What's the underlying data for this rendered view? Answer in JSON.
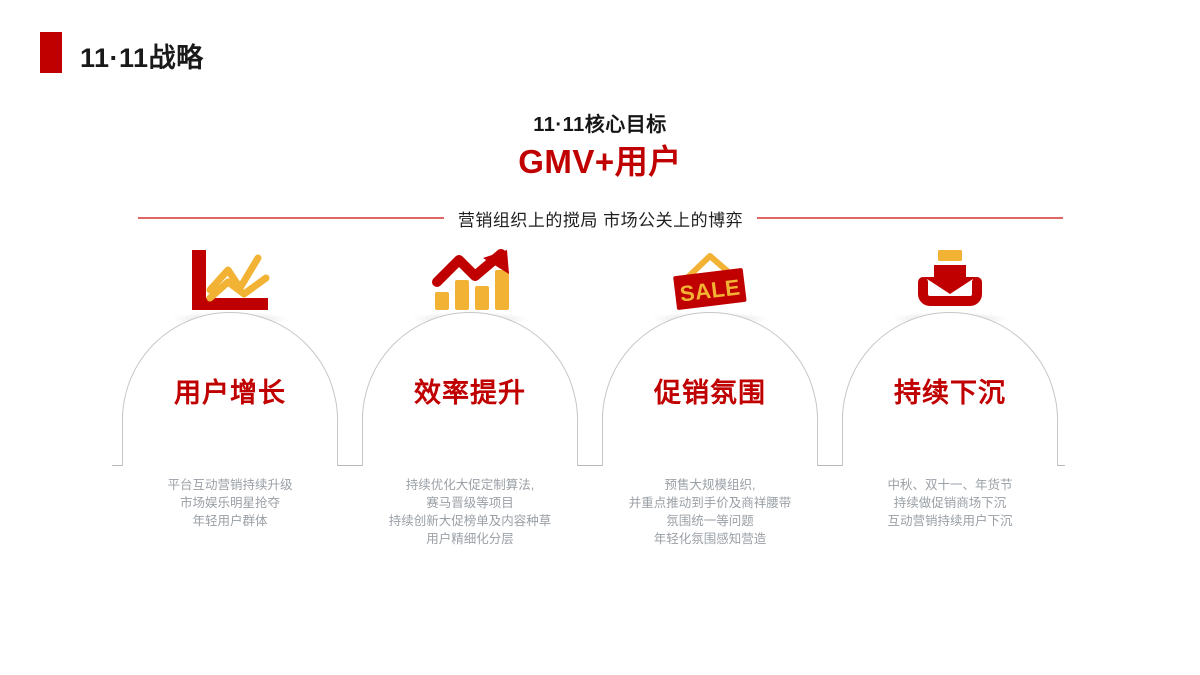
{
  "header": {
    "title": "11·11战略",
    "accent_color": "#c00000"
  },
  "core_goal": {
    "label": "11·11核心目标",
    "value": "GMV+用户",
    "value_color": "#c00000"
  },
  "divider": {
    "caption": "营销组织上的搅局  市场公关上的博弈",
    "line_color": "#e06666"
  },
  "pillars": [
    {
      "icon": "line-chart-icon",
      "title": "用户增长",
      "description": "平台互动营销持续升级\n市场娱乐明星抢夺\n年轻用户群体"
    },
    {
      "icon": "bar-chart-growth-icon",
      "title": "效率提升",
      "description": "持续优化大促定制算法,\n赛马晋级等项目\n持续创新大促榜单及内容种草\n用户精细化分层"
    },
    {
      "icon": "sale-tag-icon",
      "title": "促销氛围",
      "description": "预售大规模组织,\n并重点推动到手价及商祥腰带\n氛围统一等问题\n年轻化氛围感知营造"
    },
    {
      "icon": "download-arrow-icon",
      "title": "持续下沉",
      "description": "中秋、双十一、年货节\n持续做促销商场下沉\n互动营销持续用户下沉"
    }
  ],
  "theme": {
    "red": "#c00000",
    "gold": "#f2b233",
    "arch_outline": "#c6c6c6",
    "body_text": "#9aa0a6",
    "background": "#ffffff"
  }
}
